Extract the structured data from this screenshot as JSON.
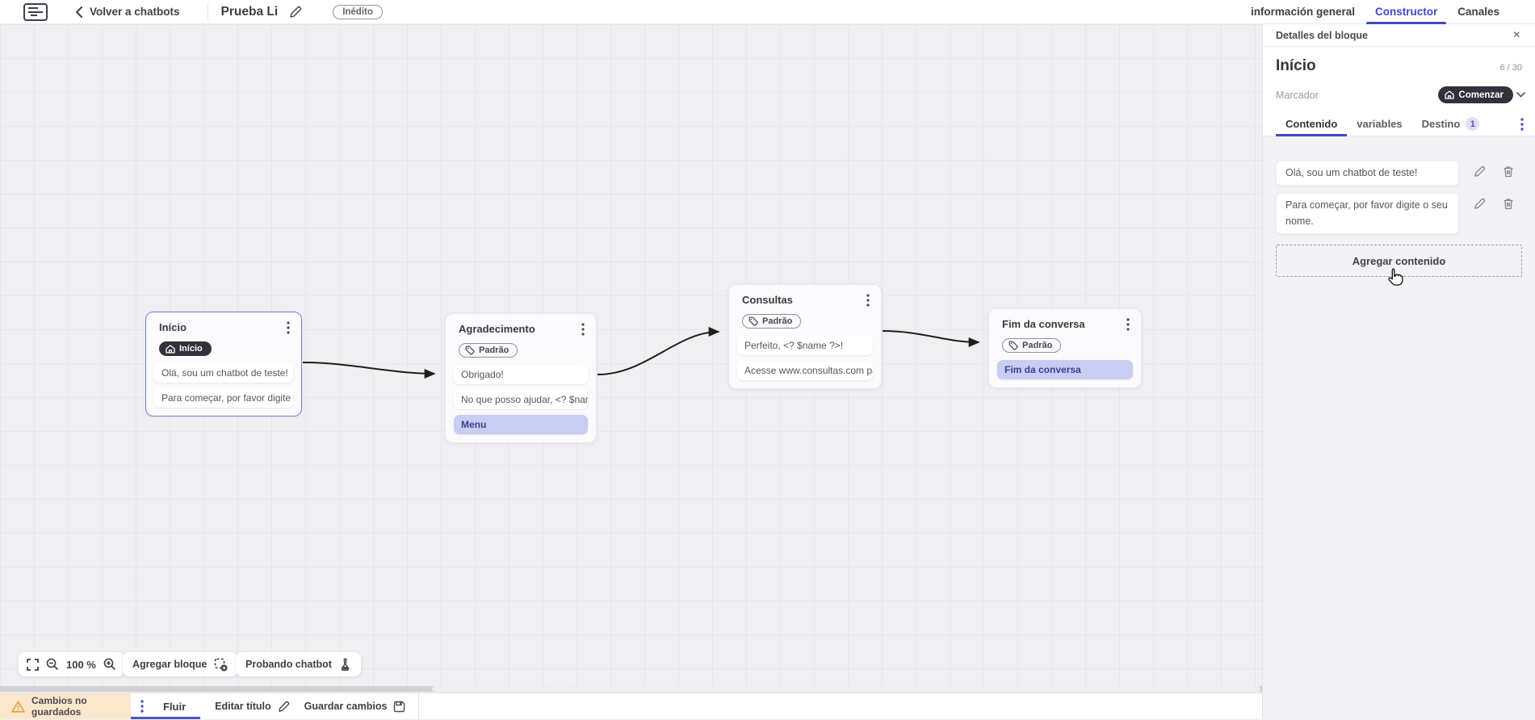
{
  "topbar": {
    "back_label": "Volver a chatbots",
    "title": "Prueba Li",
    "status_badge": "Inédito",
    "tabs": [
      {
        "label": "información general",
        "active": false
      },
      {
        "label": "Constructor",
        "active": true
      },
      {
        "label": "Canales",
        "active": false
      }
    ]
  },
  "canvas": {
    "zoom_level": "100 %",
    "add_block_label": "Agregar bloque",
    "test_chatbot_label": "Probando chatbot",
    "blocks": [
      {
        "title": "Início",
        "badge": "Início",
        "badge_type": "start",
        "selected": true,
        "rows": [
          {
            "text": "Olá, sou um chatbot de teste!",
            "highlight": false
          },
          {
            "text": "Para começar, por favor digite o ...",
            "highlight": false
          }
        ]
      },
      {
        "title": "Agradecimento",
        "badge": "Padrão",
        "badge_type": "default",
        "selected": false,
        "rows": [
          {
            "text": "Obrigado!",
            "highlight": false
          },
          {
            "text": "No que posso ajudar, <? $name ...",
            "highlight": false
          },
          {
            "text": "Menu",
            "highlight": true
          }
        ]
      },
      {
        "title": "Consultas",
        "badge": "Padrão",
        "badge_type": "default",
        "selected": false,
        "rows": [
          {
            "text": "Perfeito, <? $name ?>!",
            "highlight": false
          },
          {
            "text": "Acesse www.consultas.com par...",
            "highlight": false
          }
        ]
      },
      {
        "title": "Fim da conversa",
        "badge": "Padrão",
        "badge_type": "default",
        "selected": false,
        "rows": [
          {
            "text": "Fim da conversa",
            "highlight": true
          }
        ]
      }
    ]
  },
  "bottombar": {
    "warning": "Cambios no guardados",
    "flow_tab": "Fluir",
    "edit_title_label": "Editar título",
    "save_label": "Guardar cambios"
  },
  "panel": {
    "header": "Detalles del bloque",
    "block_name": "Início",
    "char_counter": "6 / 30",
    "marker_label": "Marcador",
    "marker_value": "Comenzar",
    "tabs": [
      {
        "label": "Contenido",
        "active": true
      },
      {
        "label": "variables",
        "active": false
      },
      {
        "label": "Destino",
        "active": false,
        "badge": "1"
      }
    ],
    "contents": [
      "Olá, sou um chatbot de teste!",
      "Para começar, por favor digite o seu nome."
    ],
    "add_content_label": "Agregar contenido"
  },
  "colors": {
    "accent": "#3d4bc4",
    "accent_purple": "#4c54c4",
    "dark_badge": "#32323d",
    "selected_border": "#7d7de4",
    "highlight_row_bg": "#c9cdf2",
    "highlight_row_text": "#3a4190",
    "warning_bg": "#fbe7cb",
    "warning_icon": "#e8a33d",
    "canvas_bg": "#f0f0f3",
    "connector": "#1e1e1e"
  }
}
